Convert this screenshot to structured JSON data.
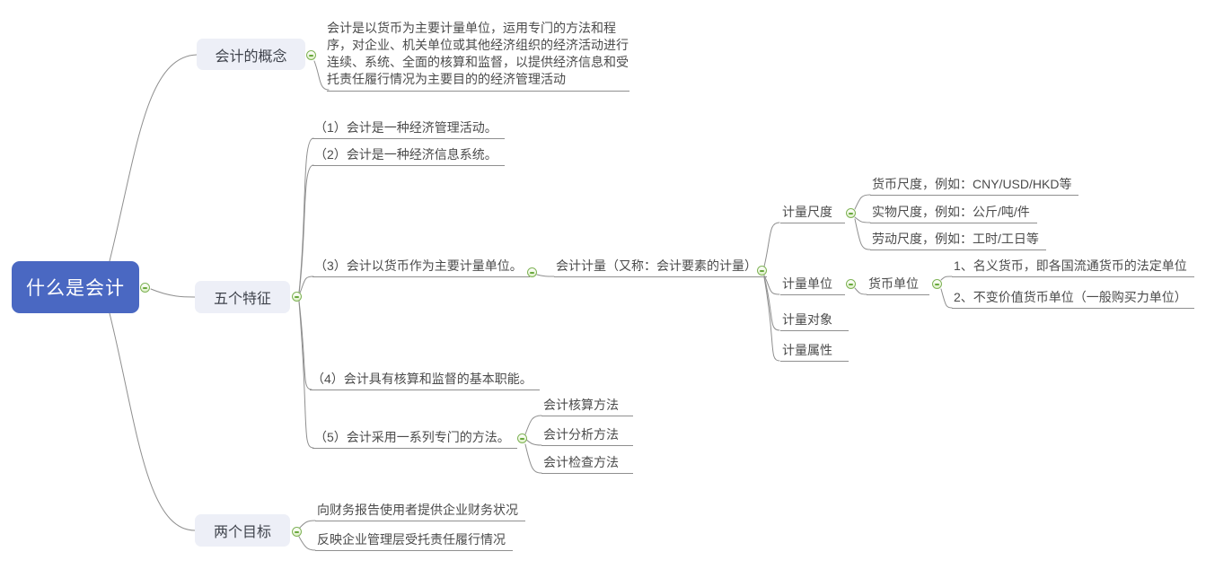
{
  "colors": {
    "root_bg": "#4a68c2",
    "root_text": "#ffffff",
    "branch_bg": "#edeff7",
    "branch_text": "#3f434c",
    "leaf_text": "#4b4b4b",
    "connector": "#8f8f8f",
    "expander_border": "#7fb356",
    "expander_glyph": "#69a83d"
  },
  "icons": {
    "collapse": "minus-circle-icon"
  },
  "root": {
    "label": "什么是会计"
  },
  "concept": {
    "label": "会计的概念",
    "definition": "会计是以货币为主要计量单位，运用专门的方法和程序，对企业、机关单位或其他经济组织的经济活动进行连续、系统、全面的核算和监督，以提供经济信息和受托责任履行情况为主要目的的经济管理活动"
  },
  "features": {
    "label": "五个特征",
    "f1": "（1）会计是一种经济管理活动。",
    "f2": "（2）会计是一种经济信息系统。",
    "f3": "（3）会计以货币作为主要计量单位。",
    "measurement": {
      "label": "会计计量（又称：会计要素的计量）",
      "scale": {
        "label": "计量尺度",
        "money": "货币尺度，例如：CNY/USD/HKD等",
        "physical": "实物尺度，例如：公斤/吨/件",
        "labor": "劳动尺度，例如：工时/工日等"
      },
      "unit": {
        "label": "计量单位",
        "money": {
          "label": "货币单位",
          "item1": "1、名义货币，即各国流通货币的法定单位",
          "item2": "2、不变价值货币单位（一般购买力单位）"
        }
      },
      "object": {
        "label": "计量对象"
      },
      "attribute": {
        "label": "计量属性"
      }
    },
    "f4": "（4）会计具有核算和监督的基本职能。",
    "f5": "（5）会计采用一系列专门的方法。",
    "methods": {
      "m1": "会计核算方法",
      "m2": "会计分析方法",
      "m3": "会计检查方法"
    }
  },
  "goals": {
    "label": "两个目标",
    "g1": "向财务报告使用者提供企业财务状况",
    "g2": "反映企业管理层受托责任履行情况"
  }
}
